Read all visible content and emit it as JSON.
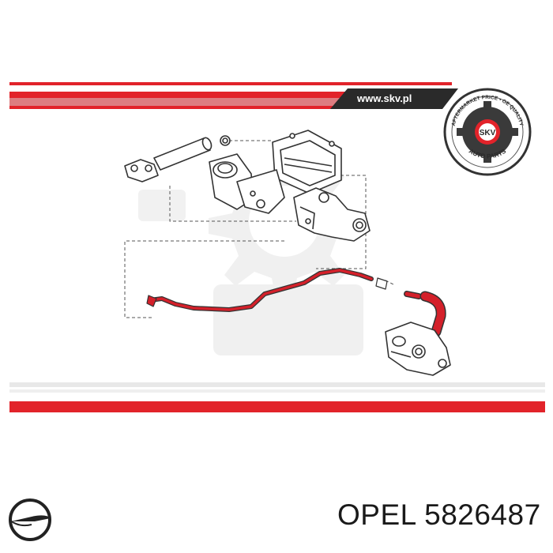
{
  "banner": {
    "url": "www.skv.pl",
    "accent_color": "#e2232a",
    "dark_color": "#2a2a2a"
  },
  "seal": {
    "center_text": "SKV",
    "ring_top_text": "AFTERMARKET PRICE • OE QUALITY",
    "ring_bottom_text": "AUTO PARTS"
  },
  "footer": {
    "brand": "OPEL",
    "part_number": "5826487",
    "label": "OPEL 5826487"
  },
  "icons": {
    "brand_logo": "opel-logo-icon",
    "seal": "skv-seal-icon"
  }
}
